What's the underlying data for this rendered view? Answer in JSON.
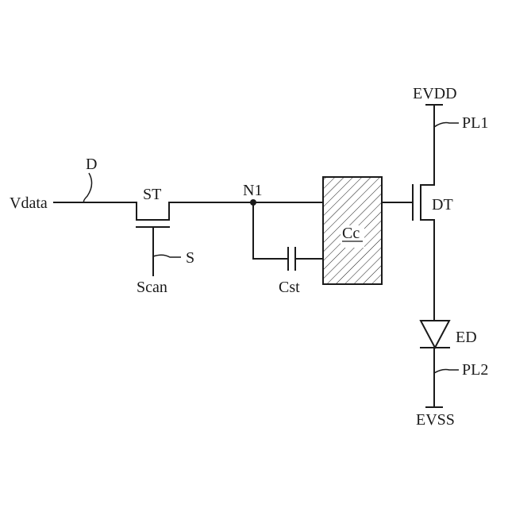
{
  "labels": {
    "vdata": "Vdata",
    "d": "D",
    "st": "ST",
    "s": "S",
    "scan": "Scan",
    "n1": "N1",
    "cst": "Cst",
    "cc": "Cc",
    "dt": "DT",
    "evdd": "EVDD",
    "pl1": "PL1",
    "ed": "ED",
    "pl2": "PL2",
    "evss": "EVSS"
  }
}
